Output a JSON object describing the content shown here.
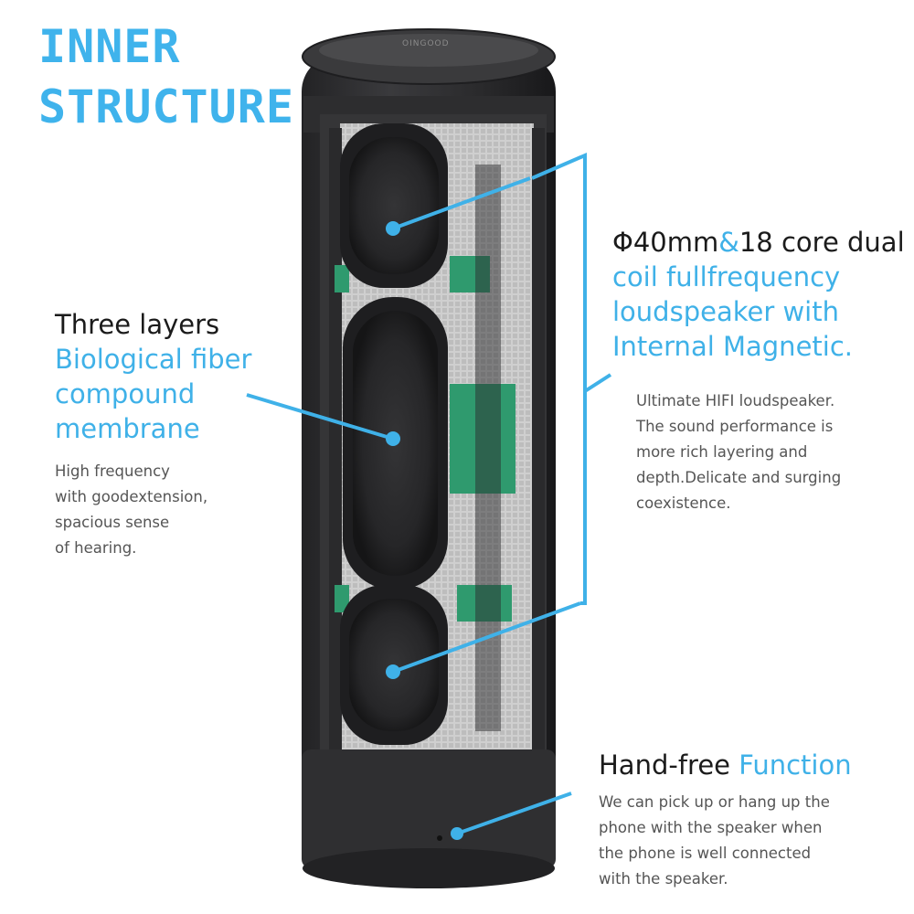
{
  "title": {
    "line1": "INNER",
    "line2": "STRUCTURE"
  },
  "device": {
    "brand_text": "OINGOOD"
  },
  "callout_left": {
    "heading": "Three layers",
    "accent_lines": [
      "Biological fiber",
      "compound",
      "membrane"
    ],
    "desc_lines": [
      "High frequency",
      "with goodextension,",
      "spacious sense",
      "of hearing."
    ]
  },
  "callout_right": {
    "heading_part1": "Φ40mm",
    "heading_amp": "&",
    "heading_part2": "18 core dual",
    "accent_lines": [
      "coil fullfrequency",
      "loudspeaker with",
      "Internal Magnetic."
    ],
    "desc_lines": [
      "Ultimate HIFI loudspeaker.",
      "The sound performance is",
      "more rich layering and",
      "depth.Delicate and surging",
      "coexistence."
    ]
  },
  "callout_bottom": {
    "heading_dark": "Hand-free",
    "heading_accent": "Function",
    "desc_lines": [
      "We can pick up or hang up the",
      "phone with the speaker when",
      "the phone is well connected",
      "with the speaker."
    ]
  },
  "colors": {
    "accent": "#3fb1e8",
    "heading": "#1b1b1b",
    "body": "#555555",
    "device": "#2e2e30",
    "pcb": "#2f9a6e"
  }
}
